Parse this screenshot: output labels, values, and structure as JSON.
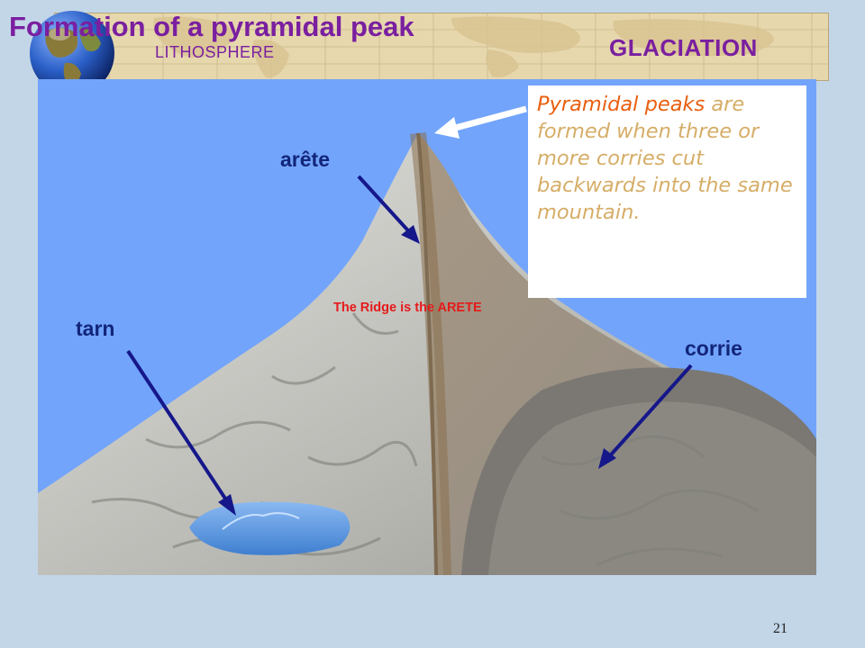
{
  "header": {
    "title": "Formation of a pyramidal peak",
    "subject": "LITHOSPHERE",
    "topic": "GLACIATION"
  },
  "infobox": {
    "lead": "Pyramidal peaks",
    "body": "are formed when three or more corries cut backwards into the same mountain."
  },
  "labels": {
    "arete": "arête",
    "tarn": "tarn",
    "corrie": "corrie",
    "ridge_note": "The Ridge is the ARETE"
  },
  "footer": {
    "slide_number": "21"
  },
  "colors": {
    "title": "#7a1fa0",
    "sky": "#72a4fb",
    "label": "#12257a",
    "arrow": "#15178a",
    "box_lead": "#e85f10",
    "box_text": "#d6ad67",
    "ridge_note": "#e51a1a"
  },
  "icons": {
    "globe": "globe-icon",
    "pointer": "white-arrow-icon"
  }
}
